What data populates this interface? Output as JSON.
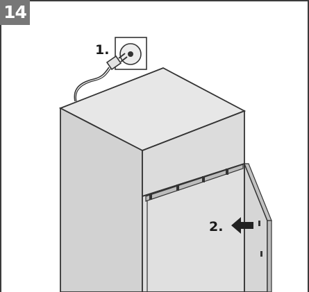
{
  "figure": {
    "step_number": "14",
    "labels": {
      "step1": "1.",
      "step2": "2."
    }
  },
  "colors": {
    "badge": "#777777",
    "appliance_top": "#e7e7e7",
    "appliance_side": "#d2d2d2",
    "appliance_front": "#dcdcdc",
    "panel_front": "#d6d6d6",
    "outline": "#333333"
  }
}
